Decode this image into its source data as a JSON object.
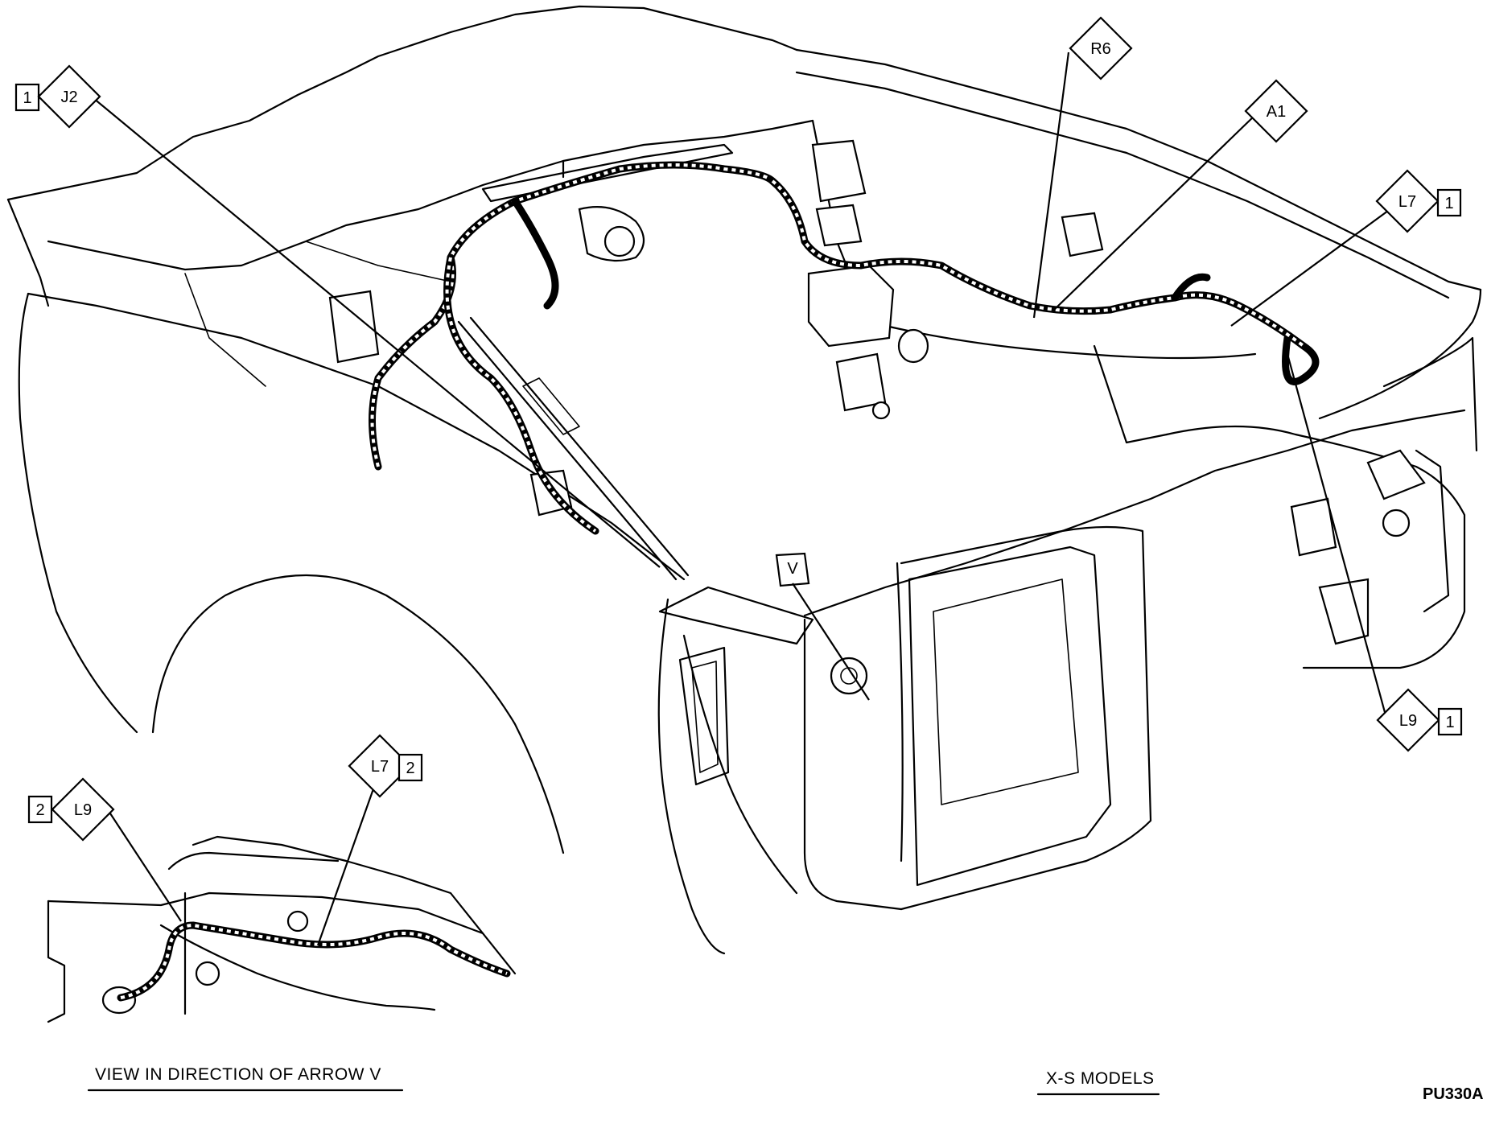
{
  "callouts": {
    "j2": {
      "code": "J2",
      "sheet": "1"
    },
    "r6": {
      "code": "R6"
    },
    "a1": {
      "code": "A1"
    },
    "l7_main": {
      "code": "L7",
      "sheet": "1"
    },
    "l9_main": {
      "code": "L9",
      "sheet": "1"
    },
    "l7_inset": {
      "code": "L7",
      "sheet": "2"
    },
    "l9_inset": {
      "code": "L9",
      "sheet": "2"
    },
    "arrow_v": {
      "code": "V"
    }
  },
  "captions": {
    "inset_view": "VIEW IN DIRECTION OF ARROW V",
    "models": "X-S MODELS",
    "figure_ref": "PU330A"
  }
}
